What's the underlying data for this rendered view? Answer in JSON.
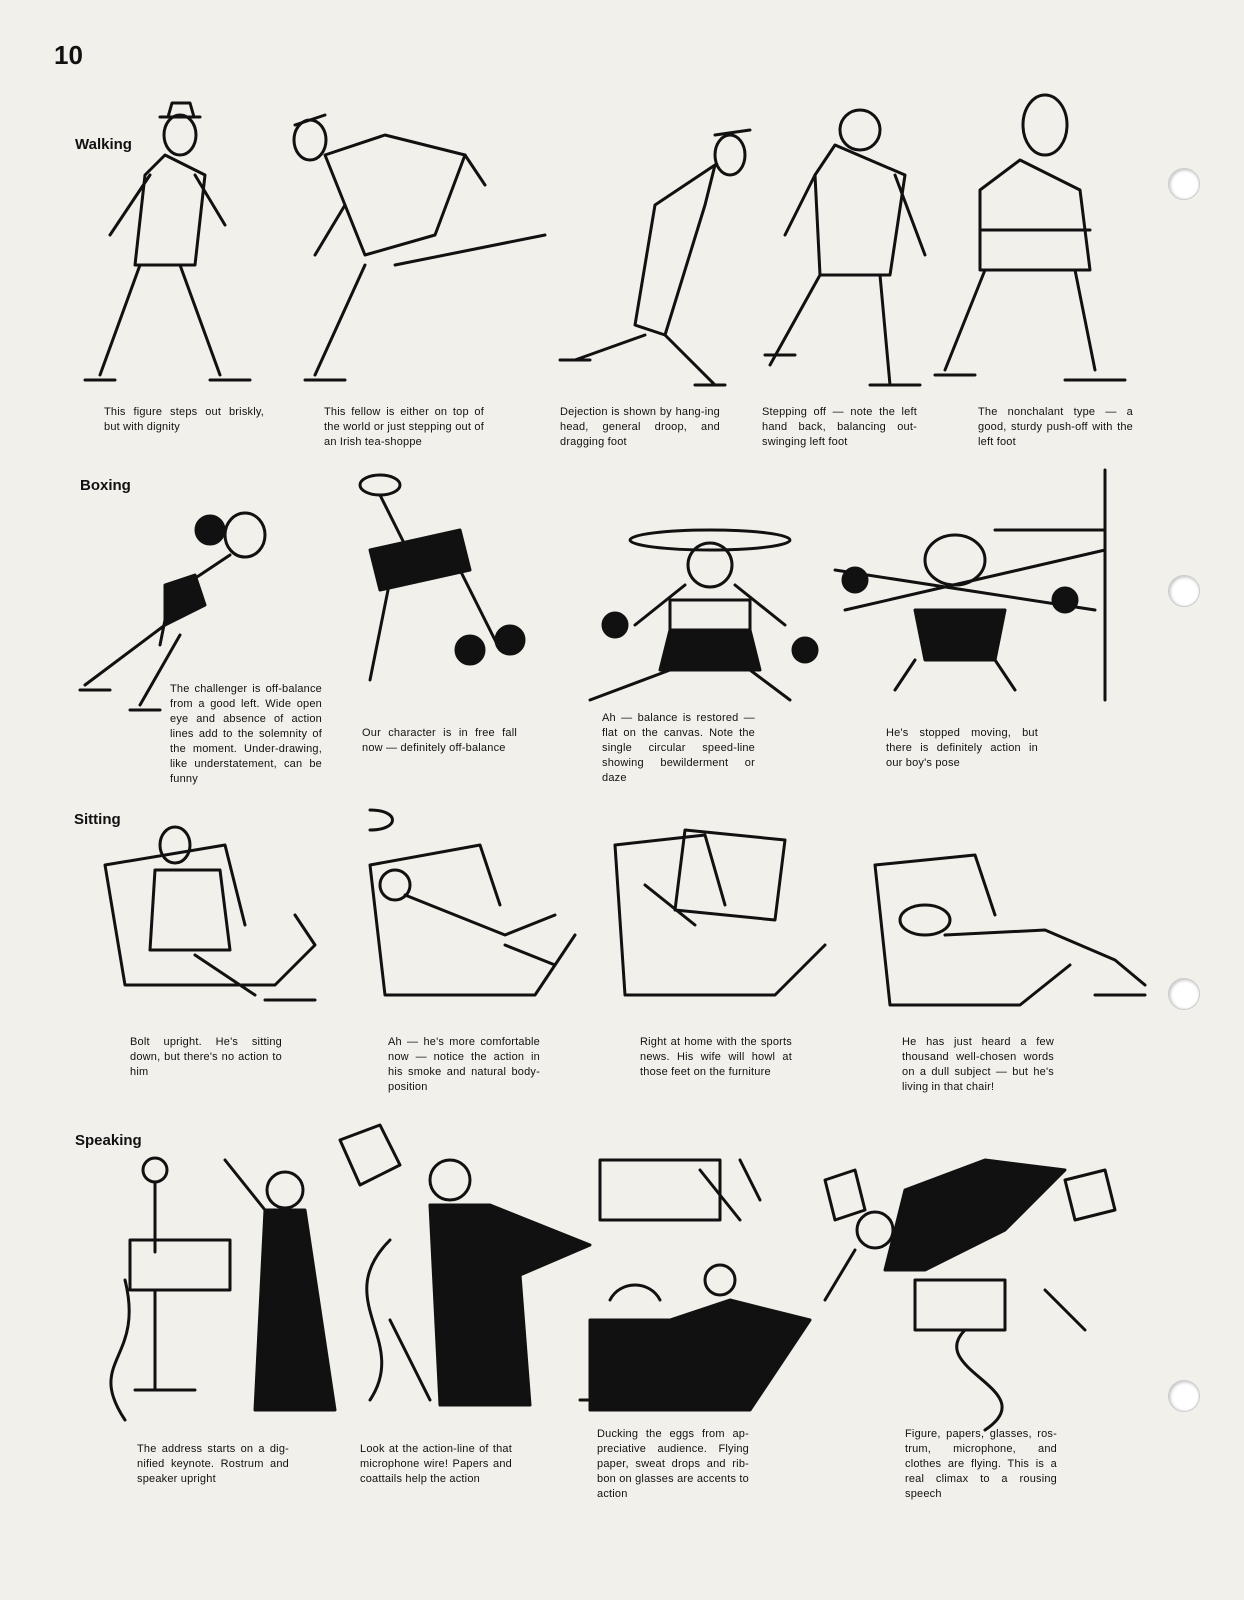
{
  "page_number": "10",
  "sections": [
    {
      "title": "Walking",
      "captions": [
        "This figure steps out briskly, but with dignity",
        "This fellow is either on top of the world or just stepping out of an Irish tea-shoppe",
        "Dejection is shown by hang-ing head, general droop, and dragging foot",
        "Stepping off — note the left hand back, balancing out-swinging left foot",
        "The nonchalant type — a good, sturdy push-off with the left foot"
      ]
    },
    {
      "title": "Boxing",
      "captions": [
        "The challenger is off-balance from a good left. Wide open eye and absence of action lines add to the solemnity of the moment. Under-drawing, like understatement, can be funny",
        "Our character is in free fall now — definitely off-balance",
        "Ah — balance is restored — flat on the canvas. Note the single circular speed-line showing bewilderment or daze",
        "He's stopped moving, but there is definitely action in our boy's pose"
      ]
    },
    {
      "title": "Sitting",
      "captions": [
        "Bolt upright. He's sitting down, but there's no action to him",
        "Ah — he's more comfortable now — notice the action in his smoke and natural body-position",
        "Right at home with the sports news. His wife will howl at those feet on the furniture",
        "He has just heard a few thousand well-chosen words on a dull subject — but he's living in that chair!"
      ]
    },
    {
      "title": "Speaking",
      "captions": [
        "The address starts on a dig-nified keynote. Rostrum and speaker upright",
        "Look at the action-line of that microphone wire! Papers and coattails help the action",
        "Ducking the eggs from ap-preciative audience. Flying paper, sweat drops and rib-bon on glasses are accents to action",
        "Figure, papers, glasses, ros-trum, microphone, and clothes are flying. This is a real climax to a rousing speech"
      ]
    }
  ]
}
